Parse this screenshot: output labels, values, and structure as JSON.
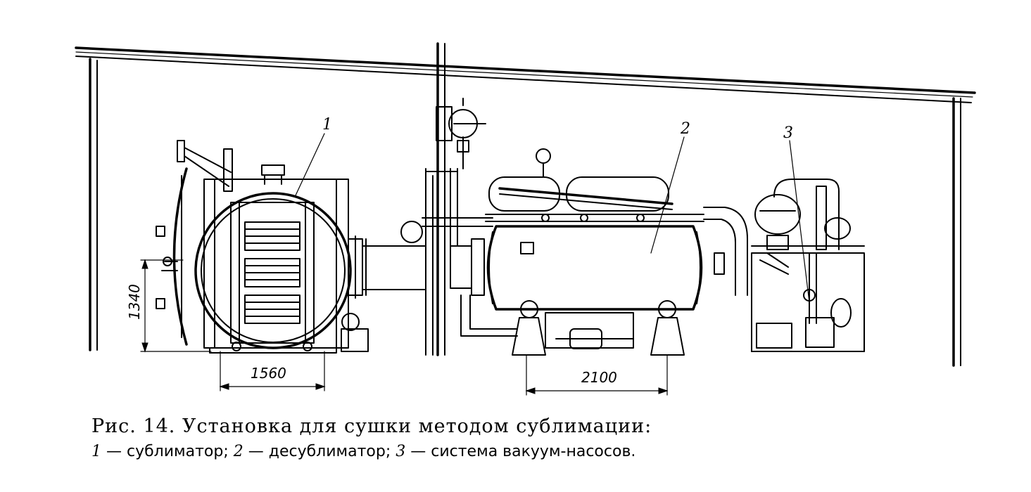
{
  "figure": {
    "callouts": [
      "1",
      "2",
      "3"
    ],
    "dimensions": {
      "height": "1340",
      "sublimator_width": "1560",
      "desublimator_span": "2100"
    }
  },
  "caption": {
    "title": "Рис. 14. Установка для сушки методом сублимации:",
    "legend": [
      {
        "num": "1",
        "text": " — сублиматор; "
      },
      {
        "num": "2",
        "text": " — десублиматор; "
      },
      {
        "num": "3",
        "text": " — система  вакуум-насосов."
      }
    ]
  }
}
